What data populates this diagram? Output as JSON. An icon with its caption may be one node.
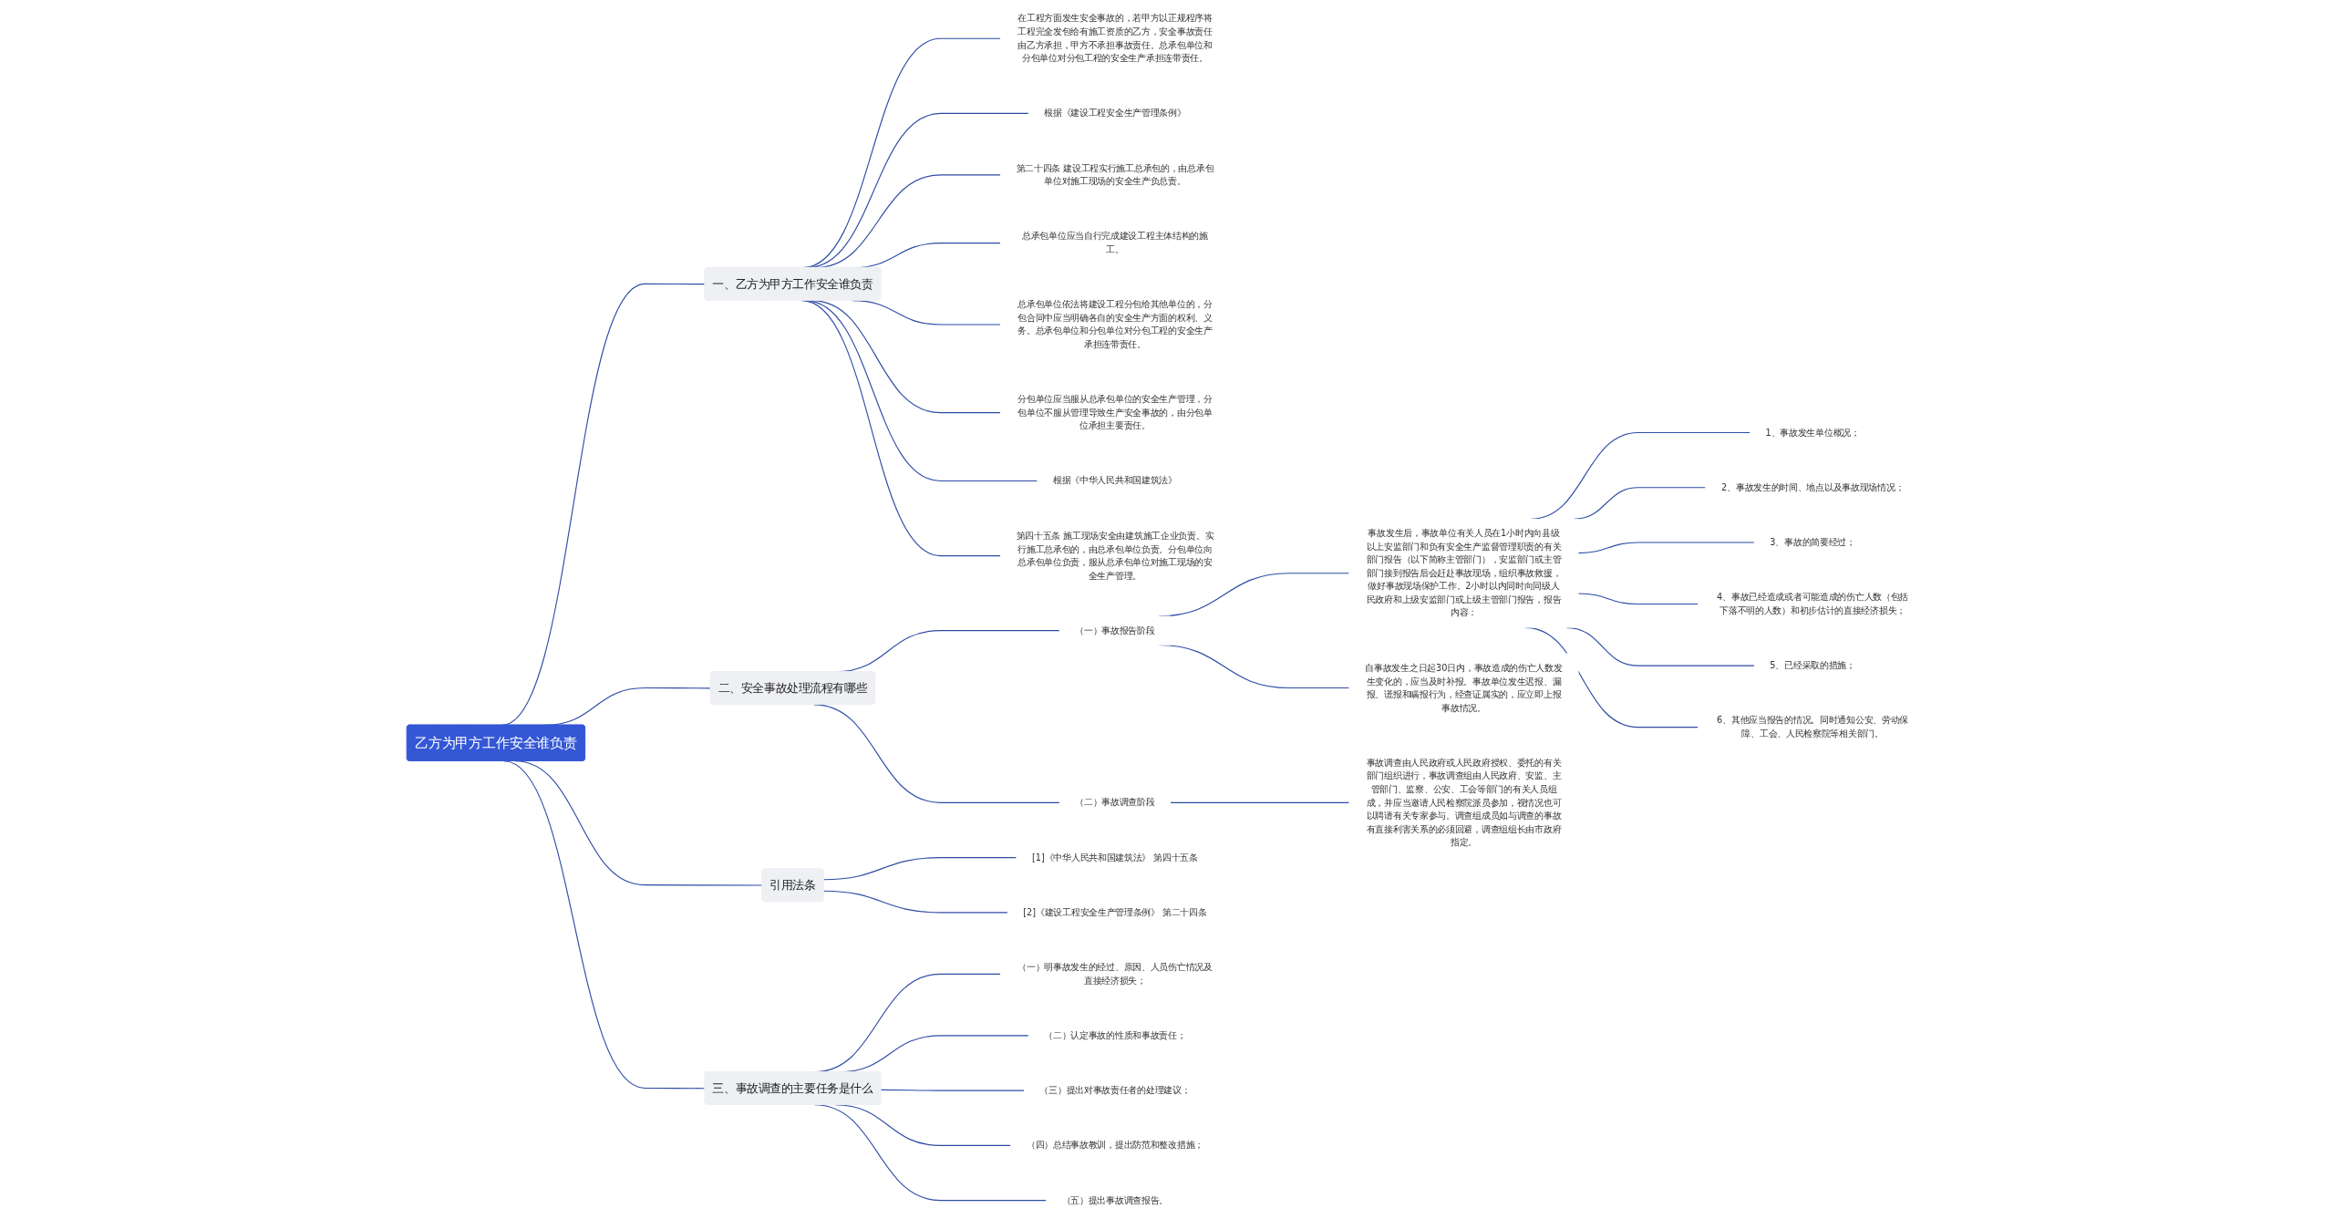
{
  "diagram": {
    "nodes": [
      {
        "text": [
          "乙方为甲方工作安全谁负责"
        ]
      },
      {
        "text": [
          "一、乙方为甲方工作安全谁负责"
        ]
      },
      {
        "text": [
          "在工程方面发生安全事故的，若甲方以正规程序将工程完全发包给有施工资质的乙方，安全事故责任由乙方承担，甲方不承担事故责任。总承包单位和分包单位对分包工程的安全生产承担连带责任。"
        ]
      },
      {
        "text": [
          "根据《建设工程安全生产管理条例》"
        ]
      },
      {
        "text": [
          "第二十四条 建设工程实行施工总承包的，由总承包单位对施工现场的安全生产负总责。"
        ]
      },
      {
        "text": [
          "总承包单位应当自行完成建设工程主体结构的施工。"
        ]
      },
      {
        "text": [
          "总承包单位依法将建设工程分包给其他单位的，分包合同中应当明确各自的安全生产方面的权利、义务。总承包单位和分包单位对分包工程的安全生产承担连带责任。"
        ]
      },
      {
        "text": [
          "分包单位应当服从总承包单位的安全生产管理，分包单位不服从管理导致生产安全事故的，由分包单位承担主要责任。"
        ]
      },
      {
        "text": [
          "根据《中华人民共和国建筑法》"
        ]
      },
      {
        "text": [
          "第四十五条 施工现场安全由建筑施工企业负责。实行施工总承包的，由总承包单位负责。分包单位向总承包单位负责，服从总承包单位对施工现场的安全生产管理。"
        ]
      },
      {
        "text": [
          "二、安全事故处理流程有哪些"
        ]
      },
      {
        "text": [
          "（一）事故报告阶段"
        ]
      },
      {
        "text": [
          "事故发生后，事故单位有关人员在1小时内向县级以上安监部门和负有安全生产监督管理职责的有关部门报告（以下简称主管部门），安监部门或主管部门接到报告后会赶赴事故现场，组织事故救援，做好事故现场保护工作。2小时以内同时向同级人民政府和上级安监部门或上级主管部门报告，报告内容："
        ]
      },
      {
        "text": [
          "1、事故发生单位概况；"
        ]
      },
      {
        "text": [
          "2、事故发生的时间、地点以及事故现场情况；"
        ]
      },
      {
        "text": [
          "3、事故的简要经过；"
        ]
      },
      {
        "text": [
          "4、事故已经造成或者可能造成的伤亡人数（包括下落不明的人数）和初步估计的直接经济损失；"
        ]
      },
      {
        "text": [
          "5、已经采取的措施；"
        ]
      },
      {
        "text": [
          "6、其他应当报告的情况。同时通知公安、劳动保障、工会、人民检察院等相关部门。"
        ]
      },
      {
        "text": [
          "自事故发生之日起30日内，事故造成的伤亡人数发生变化的，应当及时补报。事故单位发生迟报、漏报、谎报和瞒报行为，经查证属实的，应立即上报事故情况。"
        ]
      },
      {
        "text": [
          "（二）事故调查阶段"
        ]
      },
      {
        "text": [
          "事故调查由人民政府或人民政府授权、委托的有关部门组织进行，事故调查组由人民政府、安监、主管部门、监察、公安、工会等部门的有关人员组成，并应当邀请人民检察院派员参加，视情况也可以聘请有关专家参与。调查组成员如与调查的事故有直接利害关系的必须回避，调查组组长由市政府指定。"
        ]
      },
      {
        "text": [
          "引用法条"
        ]
      },
      {
        "text": [
          "[1]《中华人民共和国建筑法》 第四十五条"
        ]
      },
      {
        "text": [
          "[2]《建设工程安全生产管理条例》 第二十四条"
        ]
      },
      {
        "text": [
          "三、事故调查的主要任务是什么"
        ]
      },
      {
        "text": [
          "（一）明事故发生的经过、原因、人员伤亡情况及直接经济损失；"
        ]
      },
      {
        "text": [
          "（二）认定事故的性质和事故责任；"
        ]
      },
      {
        "text": [
          "（三）提出对事故责任者的处理建议；"
        ]
      },
      {
        "text": [
          "（四）总结事故教训，提出防范和整改措施；"
        ]
      },
      {
        "text": [
          "（五）提出事故调查报告。"
        ]
      }
    ],
    "edges": [
      {
        "from": 0,
        "to": 1,
        "arrow": "none"
      },
      {
        "from": 1,
        "to": 2,
        "arrow": "none"
      },
      {
        "from": 1,
        "to": 3,
        "arrow": "none"
      },
      {
        "from": 1,
        "to": 4,
        "arrow": "none"
      },
      {
        "from": 1,
        "to": 5,
        "arrow": "none"
      },
      {
        "from": 1,
        "to": 6,
        "arrow": "none"
      },
      {
        "from": 1,
        "to": 7,
        "arrow": "none"
      },
      {
        "from": 1,
        "to": 8,
        "arrow": "none"
      },
      {
        "from": 1,
        "to": 9,
        "arrow": "none"
      },
      {
        "from": 0,
        "to": 10,
        "arrow": "none"
      },
      {
        "from": 10,
        "to": 11,
        "arrow": "none"
      },
      {
        "from": 11,
        "to": 12,
        "arrow": "none"
      },
      {
        "from": 12,
        "to": 13,
        "arrow": "none"
      },
      {
        "from": 12,
        "to": 14,
        "arrow": "none"
      },
      {
        "from": 12,
        "to": 15,
        "arrow": "none"
      },
      {
        "from": 12,
        "to": 16,
        "arrow": "none"
      },
      {
        "from": 12,
        "to": 17,
        "arrow": "none"
      },
      {
        "from": 12,
        "to": 18,
        "arrow": "none"
      },
      {
        "from": 11,
        "to": 19,
        "arrow": "none"
      },
      {
        "from": 10,
        "to": 20,
        "arrow": "none"
      },
      {
        "from": 20,
        "to": 21,
        "arrow": "none"
      },
      {
        "from": 0,
        "to": 22,
        "arrow": "none"
      },
      {
        "from": 22,
        "to": 23,
        "arrow": "none"
      },
      {
        "from": 22,
        "to": 24,
        "arrow": "none"
      },
      {
        "from": 0,
        "to": 25,
        "arrow": "none"
      },
      {
        "from": 25,
        "to": 26,
        "arrow": "none"
      },
      {
        "from": 25,
        "to": 27,
        "arrow": "none"
      },
      {
        "from": 25,
        "to": 28,
        "arrow": "none"
      },
      {
        "from": 25,
        "to": 29,
        "arrow": "none"
      },
      {
        "from": 25,
        "to": 30,
        "arrow": "none"
      }
    ]
  }
}
